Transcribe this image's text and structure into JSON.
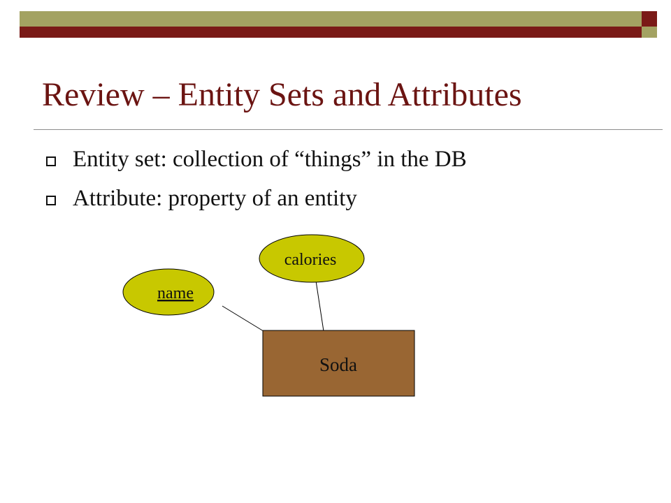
{
  "slide": {
    "title": "Review – Entity Sets and Attributes",
    "bullets": [
      "Entity set: collection of “things” in the DB",
      "Attribute: property of an entity"
    ]
  },
  "diagram": {
    "entity": {
      "label": "Soda",
      "fill": "#996633"
    },
    "attributes": [
      {
        "label": "name",
        "key": true,
        "fill": "#c8c800"
      },
      {
        "label": "calories",
        "key": false,
        "fill": "#c8c800"
      }
    ]
  },
  "colors": {
    "title": "#6b1412",
    "bar_olive": "#a3a262",
    "bar_maroon": "#7a1a17"
  }
}
